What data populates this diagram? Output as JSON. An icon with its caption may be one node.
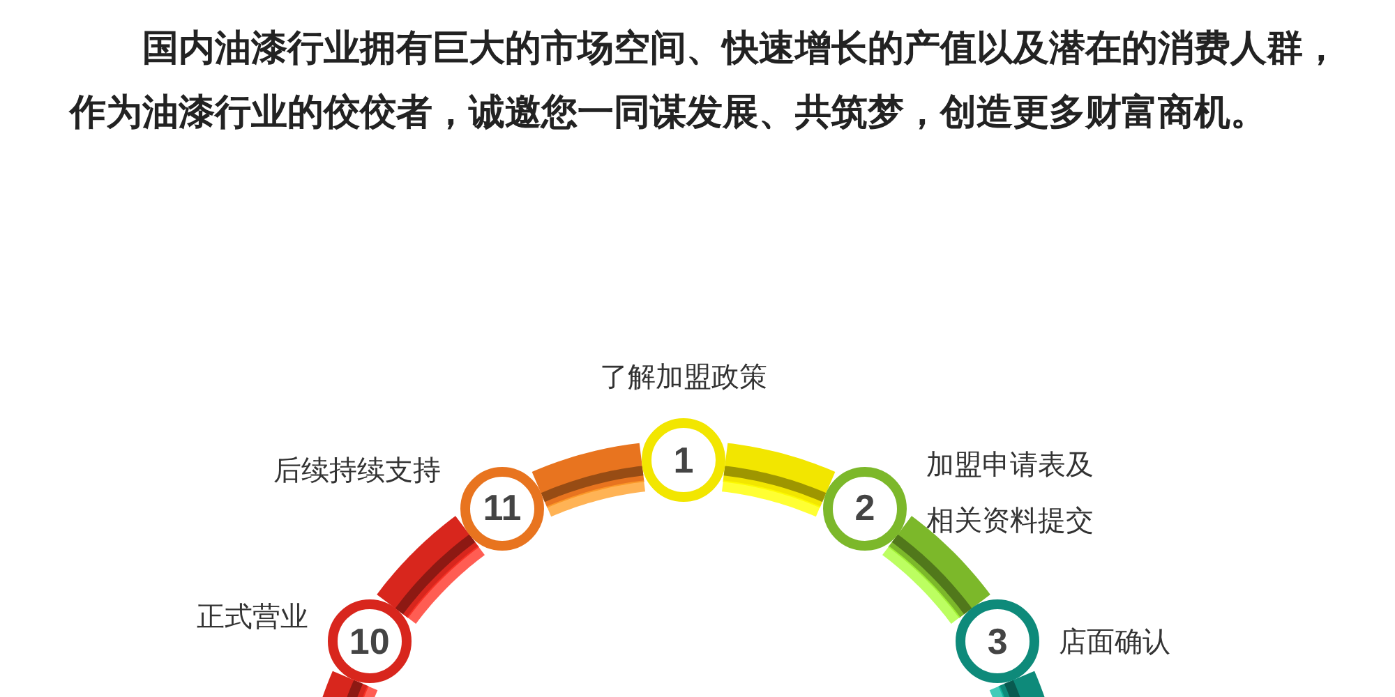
{
  "diagram": {
    "title": "国内油漆行业拥有巨大的市场空间、快速增长的产值以及潜在的消费人群，作为油漆行业的佼佼者，诚邀您一同谋发展、共筑梦，创造更多财富商机。",
    "nodes": [
      {
        "text": [
          "1"
        ],
        "beside": [
          "了解加盟政策"
        ]
      },
      {
        "text": [
          "2"
        ],
        "beside": [
          "加盟申请表及相关资料提交"
        ]
      },
      {
        "text": [
          "3"
        ],
        "beside": [
          "店面确认"
        ]
      },
      {
        "text": [
          "10"
        ],
        "beside": [
          "正式营业"
        ]
      },
      {
        "text": [
          "11"
        ],
        "beside": [
          "后续持续支持"
        ]
      }
    ],
    "edges": [
      {
        "from": 0,
        "to": 1,
        "arrow": "none",
        "color": "#f2e600"
      },
      {
        "from": 1,
        "to": 2,
        "arrow": "none",
        "color": "#7cb82a"
      },
      {
        "from": 2,
        "to": null,
        "arrow": "none",
        "color": "#0e8a7a"
      },
      {
        "from": null,
        "to": 3,
        "arrow": "none",
        "color": "#d8261d"
      },
      {
        "from": 3,
        "to": 4,
        "arrow": "none",
        "color": "#d8261d"
      },
      {
        "from": 4,
        "to": 0,
        "arrow": "none",
        "color": "#e8741f"
      }
    ]
  }
}
